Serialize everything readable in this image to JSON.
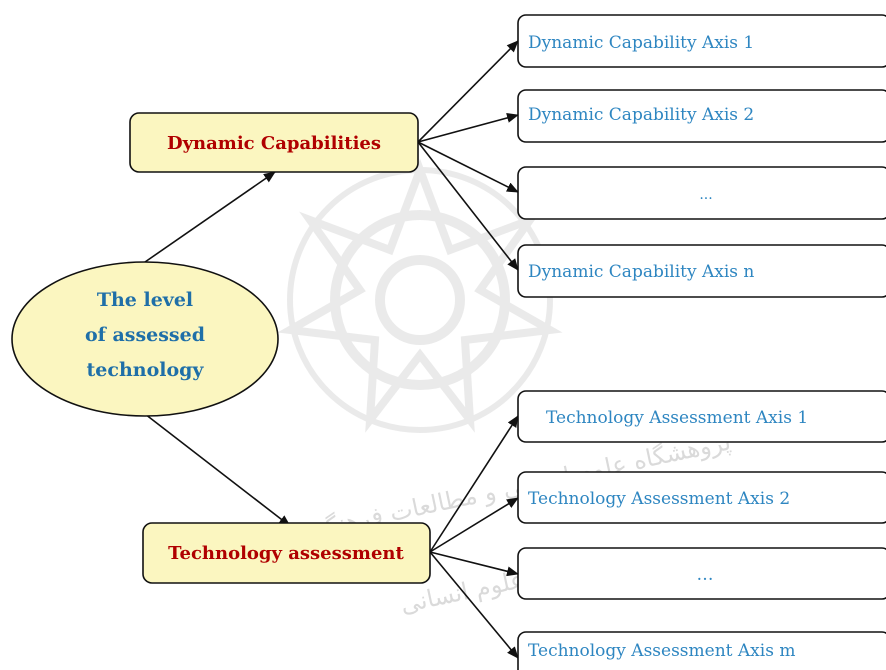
{
  "root": {
    "lines": [
      "The level",
      "of assessed",
      "technology"
    ],
    "color": "#1F6FA8",
    "fill": "#FBF6C0"
  },
  "branches": {
    "dynamic": {
      "label": "Dynamic Capabilities",
      "color": "#B00000",
      "fill": "#FBF6C0"
    },
    "technology": {
      "label": "Technology assessment",
      "color": "#B00000",
      "fill": "#FBF6C0"
    }
  },
  "dynamic_axes": [
    "Dynamic Capability Axis 1",
    "Dynamic Capability Axis 2",
    "...",
    "Dynamic Capability Axis n"
  ],
  "technology_axes": [
    "Technology Assessment Axis 1",
    "Technology Assessment Axis 2",
    "…",
    "Technology Assessment Axis m"
  ],
  "leaf_color": "#2E86C1",
  "watermark": {
    "line1": "پژوهشگاه علوم انسانی و مطالعات فرهنگی",
    "line2": "پرتال جامع علوم انسانی"
  }
}
